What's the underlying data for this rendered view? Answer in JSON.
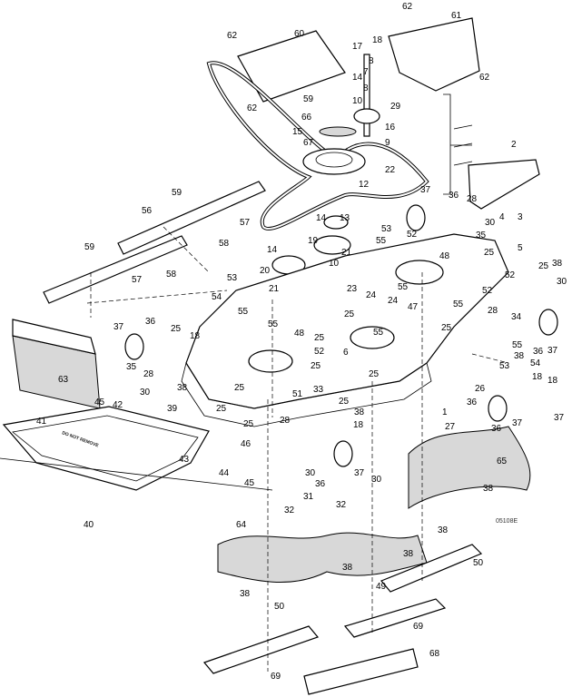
{
  "diagram": {
    "drawing_code": "05108E",
    "stencil_text": "DO NOT REMOVE",
    "callouts": [
      "62",
      "61",
      "62",
      "60",
      "18",
      "17",
      "8",
      "14",
      "7",
      "62",
      "59",
      "8",
      "10",
      "29",
      "62",
      "66",
      "16",
      "15",
      "67",
      "9",
      "22",
      "2",
      "12",
      "37",
      "36",
      "28",
      "4",
      "3",
      "35",
      "30",
      "14",
      "13",
      "53",
      "19",
      "55",
      "52",
      "48",
      "25",
      "5",
      "14",
      "21",
      "10",
      "20",
      "21",
      "59",
      "56",
      "57",
      "58",
      "59",
      "58",
      "57",
      "25",
      "38",
      "30",
      "52",
      "53",
      "54",
      "55",
      "23",
      "24",
      "24",
      "55",
      "52",
      "28",
      "34",
      "55",
      "47",
      "25",
      "25",
      "55",
      "48",
      "25",
      "55",
      "37",
      "36",
      "25",
      "18",
      "35",
      "28",
      "63",
      "25",
      "52",
      "6",
      "25",
      "55",
      "38",
      "54",
      "53",
      "18",
      "36",
      "37",
      "38",
      "30",
      "25",
      "51",
      "33",
      "1",
      "26",
      "27",
      "45",
      "42",
      "39",
      "25",
      "25",
      "38",
      "28",
      "25",
      "18",
      "41",
      "43",
      "46",
      "44",
      "45",
      "32",
      "31",
      "30",
      "36",
      "37",
      "30",
      "32",
      "40",
      "65",
      "38",
      "38",
      "38",
      "50",
      "64",
      "38",
      "38",
      "49",
      "69",
      "50",
      "68",
      "69",
      "36",
      "37",
      "37",
      "36",
      "18"
    ]
  }
}
